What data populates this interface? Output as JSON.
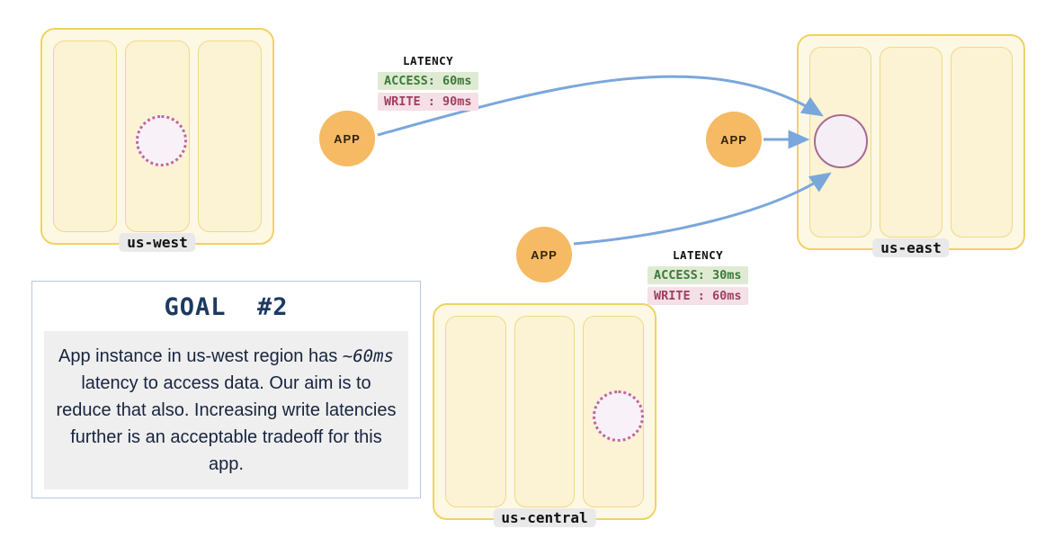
{
  "regions": [
    {
      "id": "us-west",
      "label": "us-west"
    },
    {
      "id": "us-east",
      "label": "us-east"
    },
    {
      "id": "us-central",
      "label": "us-central"
    }
  ],
  "app_nodes": [
    {
      "label": "APP",
      "near_region": "us-west"
    },
    {
      "label": "APP",
      "near_region": "us-east"
    },
    {
      "label": "APP",
      "near_region": "us-central"
    }
  ],
  "latency_panels": [
    {
      "title": "LATENCY",
      "access": "ACCESS: 60ms",
      "write": "WRITE : 90ms",
      "for_app": "us-west"
    },
    {
      "title": "LATENCY",
      "access": "ACCESS: 30ms",
      "write": "WRITE : 60ms",
      "for_app": "us-central"
    }
  ],
  "goal": {
    "title": "GOAL  #2",
    "text_before": "App instance in us-west region has ",
    "highlight": "~60ms",
    "text_after": " latency to access data. Our aim is to reduce that also. Increasing write latencies further is an acceptable tradeoff for this app."
  },
  "colors": {
    "region_fill": "#FDF8E3",
    "region_border": "#F0D264",
    "column_fill": "#FBF3D3",
    "app_fill": "#F5BA63",
    "arrow": "#7AA7DB",
    "access_bg": "#DFEAD3",
    "access_text": "#3A7A3A",
    "write_bg": "#F4E0E6",
    "write_text": "#A04060",
    "dotted_circle_border": "#C2679A",
    "circle_fill": "#F6EEF5",
    "goal_title": "#1C3A63"
  }
}
